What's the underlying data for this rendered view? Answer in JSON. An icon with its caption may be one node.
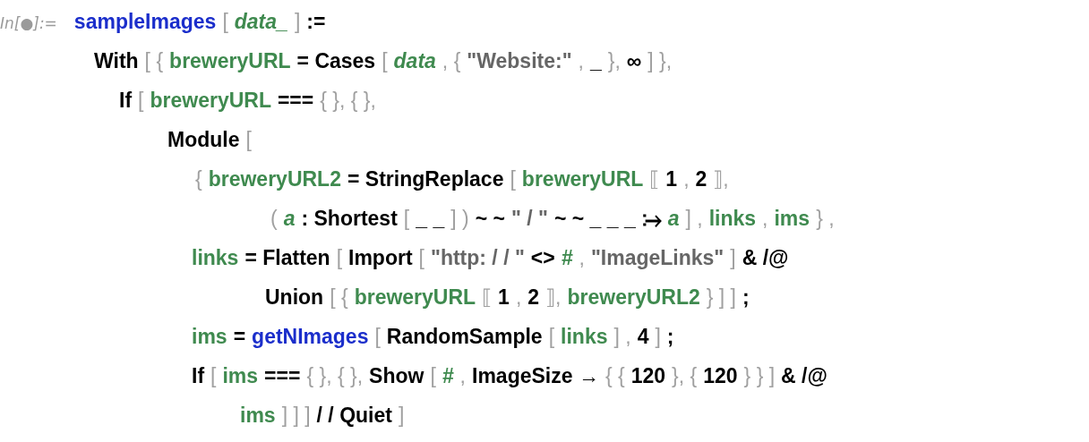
{
  "diagram": {
    "labels": [
      "In[●]:=",
      "sampleImages",
      "[",
      "data_",
      "]",
      ":=",
      "With",
      "[ {",
      "breweryURL",
      "= Cases",
      "[",
      "data",
      ", {",
      "\"Website:\"",
      ",",
      "_",
      "},",
      "∞",
      "] },",
      "If",
      "[",
      "breweryURL",
      "===",
      "{ }, { },",
      "Module",
      "[",
      "{",
      "breweryURL2",
      "= StringReplace",
      "[",
      "breweryURL",
      "⟦",
      "1",
      ",",
      "2",
      "⟧,",
      "(",
      "a",
      ": Shortest",
      "[",
      "_ _",
      "] )",
      "~ ~",
      "\" / \"",
      "~ ~ _ _ _",
      "⧴",
      "a",
      "] ,",
      "links",
      ",",
      "ims",
      "} ,",
      "links",
      "= Flatten",
      "[",
      "Import",
      "[",
      "\"http: / / \"",
      "<>",
      "#",
      ",",
      "\"ImageLinks\"",
      "]",
      "& /@",
      "Union",
      "[ {",
      "breweryURL",
      "⟦",
      "1",
      ",",
      "2",
      "⟧,",
      "breweryURL2",
      "} ] ]",
      ";",
      "ims",
      "=",
      "getNImages",
      "[",
      "RandomSample",
      "[",
      "links",
      "] ,",
      "4",
      "]",
      ";",
      "If",
      "[",
      "ims",
      "===",
      "{ }, { },",
      "Show",
      "[",
      "#",
      ",",
      "ImageSize →",
      "{ {",
      "120",
      "}, {",
      "120",
      "} } ]",
      "& /@",
      "ims",
      "] ] ]",
      "/ / Quiet",
      "]"
    ]
  }
}
